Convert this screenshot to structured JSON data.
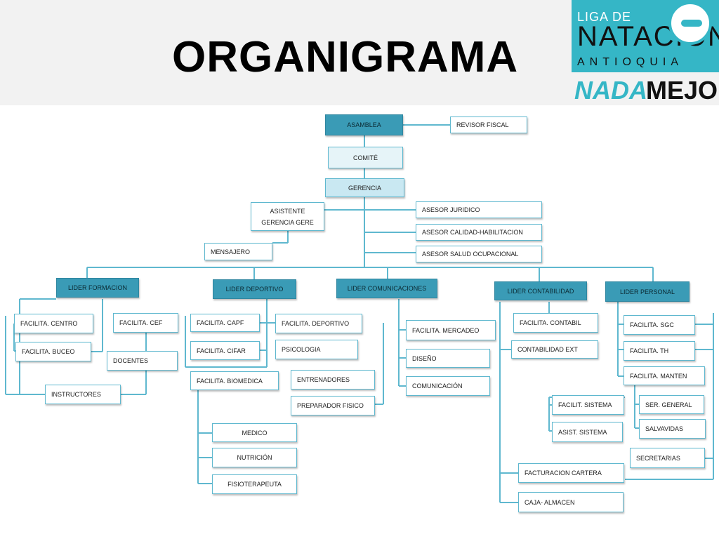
{
  "title": "ORGANIGRAMA",
  "logo": {
    "line1": "LIGA DE",
    "line2": "NATACION",
    "line3": "ANTIOQUIA",
    "slogan_a": "NADA",
    "slogan_b": "MEJOR"
  },
  "colors": {
    "accent": "#35b6c6",
    "box_border": "#5fb8cf",
    "dark_box": "#3a9bb6"
  },
  "nodes": {
    "asamblea": "ASAMBLEA",
    "revisor": "REVISOR FISCAL",
    "comite": "COMITÉ",
    "gerencia": "GERENCIA",
    "asistente_l1": "ASISTENTE",
    "asistente_l2": "GERENCIA GERE",
    "mensajero": "MENSAJERO",
    "asesor_juridico": "ASESOR JURIDICO",
    "asesor_calidad": "ASESOR CALIDAD-HABILITACION",
    "asesor_salud": "ASESOR SALUD OCUPACIONAL",
    "lider_formacion": "LIDER FORMACION",
    "lider_deportivo": "LIDER DEPORTIVO",
    "lider_comunicaciones": "LIDER COMUNICACIONES",
    "lider_contabilidad": "LIDER CONTABILIDAD",
    "lider_personal": "LIDER PERSONAL",
    "facil_centro": "FACILITA. CENTRO",
    "facil_buceo": "FACILITA. BUCEO",
    "facil_cef": "FACILITA. CEF",
    "docentes": "DOCENTES",
    "instructores": "INSTRUCTORES",
    "facil_capf": "FACILITA. CAPF",
    "facil_cifar": "FACILITA. CIFAR",
    "facil_biomedica": "FACILITA. BIOMEDICA",
    "facil_deportivo": "FACILITA. DEPORTIVO",
    "psicologia": "PSICOLOGIA",
    "entrenadores": "ENTRENADORES",
    "preparador": "PREPARADOR FISICO",
    "medico": "MEDICO",
    "nutricion": "NUTRICIÓN",
    "fisioterapeuta": "FISIOTERAPEUTA",
    "facil_mercadeo": "FACILITA. MERCADEO",
    "diseno": "DISEÑO",
    "comunicacion": "COMUNICACIÓN",
    "facil_contabil": "FACILITA. CONTABIL",
    "contabilidad_ext": "CONTABILIDAD EXT",
    "facil_sistema": "FACILIT. SISTEMA",
    "asist_sistema": "ASIST. SISTEMA",
    "facturacion": "FACTURACION CARTERA",
    "caja_almacen": "CAJA- ALMACEN",
    "facil_sgc": "FACILITA. SGC",
    "facil_th": "FACILITA. TH",
    "facil_manten": "FACILITA. MANTEN",
    "ser_general": "SER. GENERAL",
    "salvavidas": "SALVAVIDAS",
    "secretarias": "SECRETARIAS"
  }
}
